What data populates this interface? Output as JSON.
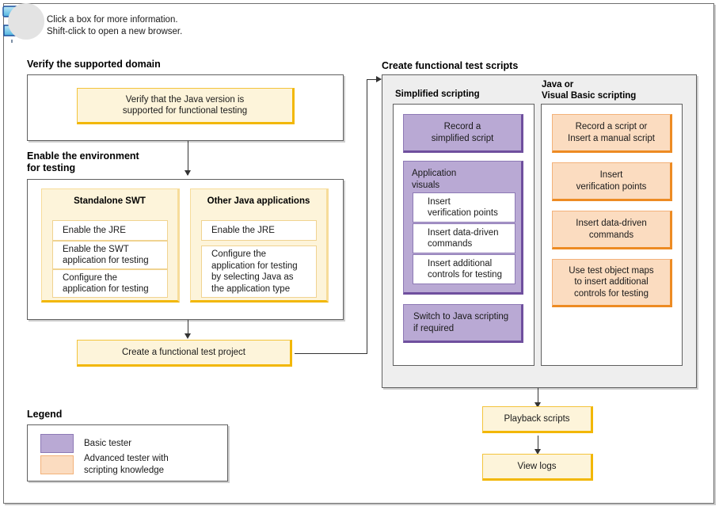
{
  "hint": {
    "icon": "flowchart-hand-cursor-icon",
    "text": "Click a box for more information.\nShift-click to open a new browser."
  },
  "sections": {
    "verify": {
      "caption": "Verify the supported domain",
      "step": "Verify that the Java version is\nsupported for functional testing"
    },
    "enable": {
      "caption": "Enable the environment\nfor testing",
      "groups": [
        {
          "title": "Standalone SWT",
          "items": [
            "Enable the JRE",
            "Enable the SWT\napplication for testing",
            "Configure the\napplication for testing"
          ]
        },
        {
          "title": "Other Java applications",
          "items": [
            "Enable the JRE",
            "Configure the\napplication for testing\nby selecting Java as\nthe application type"
          ]
        }
      ]
    },
    "project": {
      "step": "Create a functional test project"
    },
    "scripts": {
      "caption": "Create functional test scripts",
      "columns": [
        {
          "heading": "Simplified scripting",
          "blocks": [
            {
              "kind": "purple",
              "label": "Record a\nsimplified script"
            },
            {
              "kind": "purple-group",
              "label": "Application\nvisuals",
              "items": [
                "Insert\nverification points",
                "Insert data-driven\ncommands",
                "Insert additional\ncontrols for testing"
              ]
            },
            {
              "kind": "purple",
              "label": "Switch to Java scripting\nif required"
            }
          ]
        },
        {
          "heading": "Java or\nVisual Basic scripting",
          "blocks": [
            {
              "kind": "orange",
              "label": "Record a script or\nInsert a manual script"
            },
            {
              "kind": "orange",
              "label": "Insert\nverification points"
            },
            {
              "kind": "orange",
              "label": "Insert data-driven\ncommands"
            },
            {
              "kind": "orange",
              "label": "Use test object maps\nto insert additional\ncontrols for testing"
            }
          ]
        }
      ]
    },
    "playback": {
      "step": "Playback scripts"
    },
    "viewlogs": {
      "step": "View logs"
    }
  },
  "legend": {
    "caption": "Legend",
    "entries": [
      {
        "swatch": "purple",
        "label": "Basic tester"
      },
      {
        "swatch": "orange",
        "label": "Advanced tester with\nscripting knowledge"
      }
    ]
  },
  "colors": {
    "yellow_fill": "#fdf4da",
    "yellow_border": "#f2b705",
    "purple_fill": "#b9a9d4",
    "purple_border": "#6f4f9e",
    "orange_fill": "#fbdcc0",
    "orange_border": "#ed8b23",
    "panel_gray": "#eeeeee",
    "line": "#333333"
  }
}
